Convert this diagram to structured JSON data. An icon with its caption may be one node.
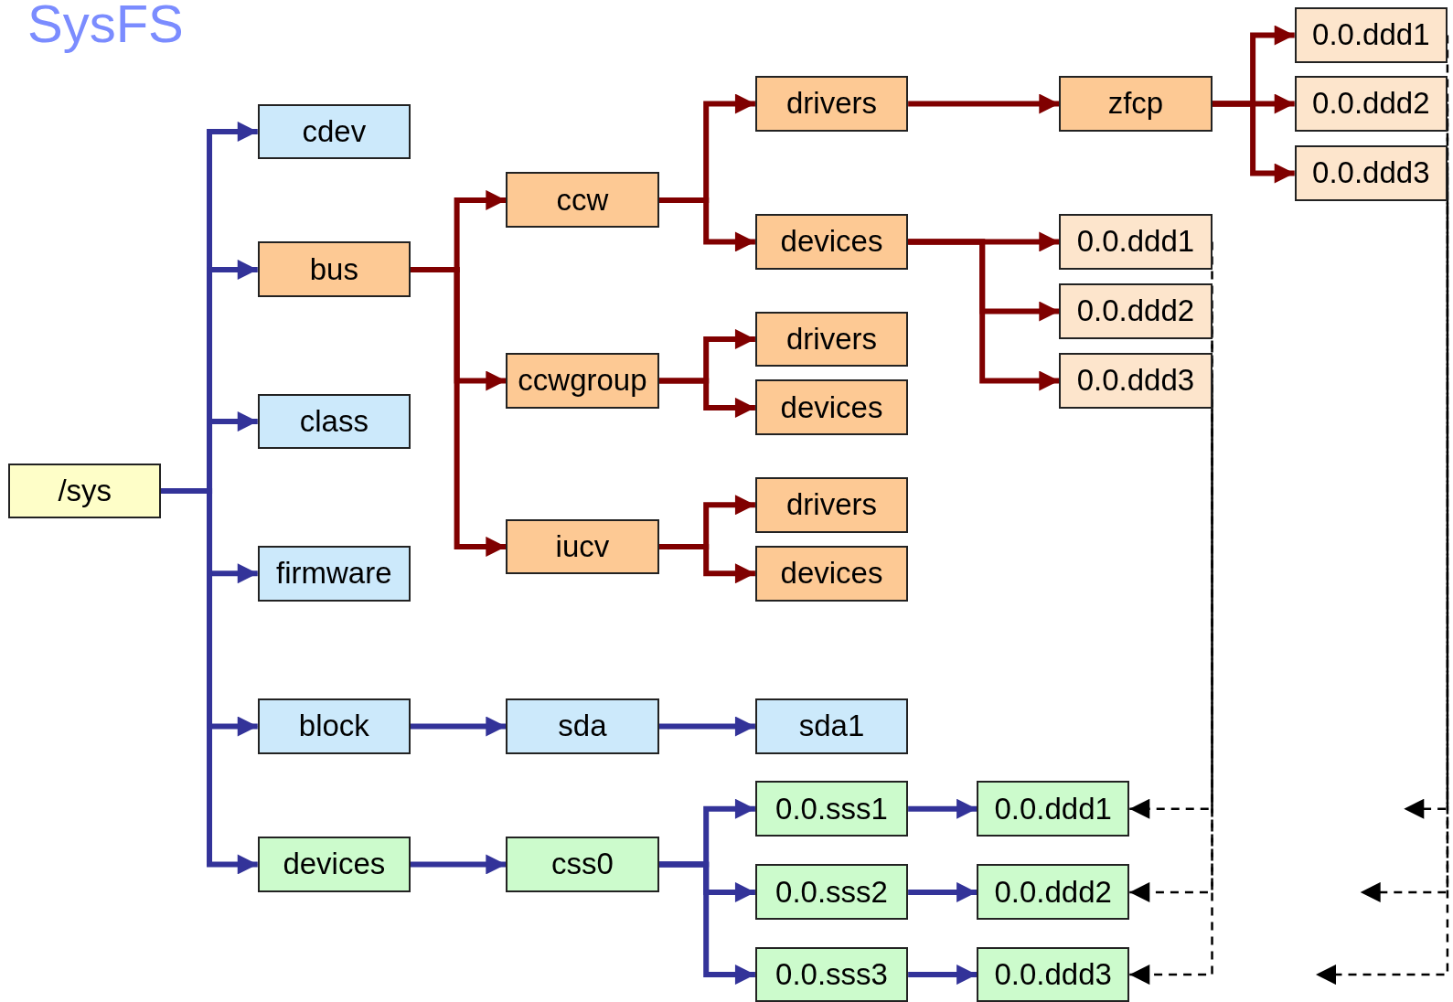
{
  "diagram": {
    "title": "SysFS",
    "nodes": [
      {
        "text": [
          "/sys"
        ]
      },
      {
        "text": [
          "cdev"
        ]
      },
      {
        "text": [
          "bus"
        ]
      },
      {
        "text": [
          "class"
        ]
      },
      {
        "text": [
          "firmware"
        ]
      },
      {
        "text": [
          "block"
        ]
      },
      {
        "text": [
          "devices"
        ]
      },
      {
        "text": [
          "ccw"
        ]
      },
      {
        "text": [
          "ccwgroup"
        ]
      },
      {
        "text": [
          "iucv"
        ]
      },
      {
        "text": [
          "sda"
        ]
      },
      {
        "text": [
          "css0"
        ]
      },
      {
        "text": [
          "drivers"
        ]
      },
      {
        "text": [
          "devices"
        ]
      },
      {
        "text": [
          "drivers"
        ]
      },
      {
        "text": [
          "devices"
        ]
      },
      {
        "text": [
          "drivers"
        ]
      },
      {
        "text": [
          "devices"
        ]
      },
      {
        "text": [
          "sda1"
        ]
      },
      {
        "text": [
          "0.0.sss1"
        ]
      },
      {
        "text": [
          "0.0.sss2"
        ]
      },
      {
        "text": [
          "0.0.sss3"
        ]
      },
      {
        "text": [
          "zfcp"
        ]
      },
      {
        "text": [
          "0.0.ddd1"
        ]
      },
      {
        "text": [
          "0.0.ddd2"
        ]
      },
      {
        "text": [
          "0.0.ddd3"
        ]
      },
      {
        "text": [
          "0.0.ddd1"
        ]
      },
      {
        "text": [
          "0.0.ddd2"
        ]
      },
      {
        "text": [
          "0.0.ddd3"
        ]
      },
      {
        "text": [
          "0.0.ddd1"
        ]
      },
      {
        "text": [
          "0.0.ddd2"
        ]
      },
      {
        "text": [
          "0.0.ddd3"
        ]
      }
    ],
    "edges": [
      {
        "from": 0,
        "to": 1,
        "arrow": "to",
        "color": "#333399"
      },
      {
        "from": 0,
        "to": 2,
        "arrow": "to",
        "color": "#333399"
      },
      {
        "from": 0,
        "to": 3,
        "arrow": "to",
        "color": "#333399"
      },
      {
        "from": 0,
        "to": 4,
        "arrow": "to",
        "color": "#333399"
      },
      {
        "from": 0,
        "to": 5,
        "arrow": "to",
        "color": "#333399"
      },
      {
        "from": 0,
        "to": 6,
        "arrow": "to",
        "color": "#333399"
      },
      {
        "from": 2,
        "to": 7,
        "arrow": "to"
      },
      {
        "from": 2,
        "to": 8,
        "arrow": "to"
      },
      {
        "from": 2,
        "to": 9,
        "arrow": "to"
      },
      {
        "from": 7,
        "to": 12,
        "arrow": "to"
      },
      {
        "from": 7,
        "to": 13,
        "arrow": "to"
      },
      {
        "from": 8,
        "to": 14,
        "arrow": "to"
      },
      {
        "from": 8,
        "to": 15,
        "arrow": "to"
      },
      {
        "from": 9,
        "to": 16,
        "arrow": "to"
      },
      {
        "from": 9,
        "to": 17,
        "arrow": "to"
      },
      {
        "from": 12,
        "to": 22,
        "arrow": "to"
      },
      {
        "from": 22,
        "to": 26,
        "arrow": "to"
      },
      {
        "from": 22,
        "to": 27,
        "arrow": "to"
      },
      {
        "from": 22,
        "to": 28,
        "arrow": "to"
      },
      {
        "from": 13,
        "to": 23,
        "arrow": "to"
      },
      {
        "from": 13,
        "to": 24,
        "arrow": "to"
      },
      {
        "from": 13,
        "to": 25,
        "arrow": "to"
      },
      {
        "from": 5,
        "to": 10,
        "arrow": "to",
        "color": "#333399"
      },
      {
        "from": 10,
        "to": 18,
        "arrow": "to",
        "color": "#333399"
      },
      {
        "from": 6,
        "to": 11,
        "arrow": "to",
        "color": "#333399"
      },
      {
        "from": 11,
        "to": 19,
        "arrow": "to",
        "color": "#333399"
      },
      {
        "from": 11,
        "to": 20,
        "arrow": "to",
        "color": "#333399"
      },
      {
        "from": 11,
        "to": 21,
        "arrow": "to",
        "color": "#333399"
      },
      {
        "from": 19,
        "to": 29,
        "arrow": "to",
        "color": "#333399"
      },
      {
        "from": 20,
        "to": 30,
        "arrow": "to",
        "color": "#333399"
      },
      {
        "from": 21,
        "to": 31,
        "arrow": "to",
        "color": "#333399"
      },
      {
        "from": 23,
        "to": 29,
        "arrow": "to",
        "style": "dashed",
        "color": "#000000"
      },
      {
        "from": 24,
        "to": 30,
        "arrow": "to",
        "style": "dashed",
        "color": "#000000"
      },
      {
        "from": 25,
        "to": 31,
        "arrow": "to",
        "style": "dashed",
        "color": "#000000"
      },
      {
        "from": 26,
        "to": null,
        "arrow": "to",
        "style": "dashed",
        "color": "#000000"
      },
      {
        "from": 27,
        "to": null,
        "arrow": "to",
        "style": "dashed",
        "color": "#000000"
      },
      {
        "from": 28,
        "to": null,
        "arrow": "to",
        "style": "dashed",
        "color": "#000000"
      }
    ]
  }
}
